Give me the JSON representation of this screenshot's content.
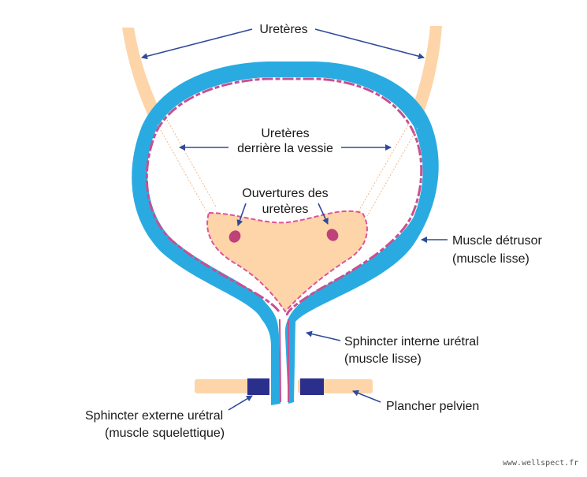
{
  "labels": {
    "ureteres": "Uretères",
    "ureteres_derriere_1": "Uretères",
    "ureteres_derriere_2": "derrière la vessie",
    "ouvertures_1": "Ouvertures des",
    "ouvertures_2": "uretères",
    "detrusor_1": "Muscle détrusor",
    "detrusor_2": "(muscle lisse)",
    "sphincter_interne_1": "Sphincter interne urétral",
    "sphincter_interne_2": "(muscle lisse)",
    "plancher": "Plancher pelvien",
    "sphincter_externe_1": "Sphincter externe urétral",
    "sphincter_externe_2": "(muscle squelettique)"
  },
  "watermark": "www.wellspect.fr",
  "colors": {
    "muscle": "#29abe2",
    "lining": "#c8508f",
    "tissue": "#fdd5a8",
    "opening": "#c0407a",
    "sphincter_externe": "#2b2f8c",
    "arrow": "#2e4a9a",
    "text": "#1a1a1a"
  }
}
